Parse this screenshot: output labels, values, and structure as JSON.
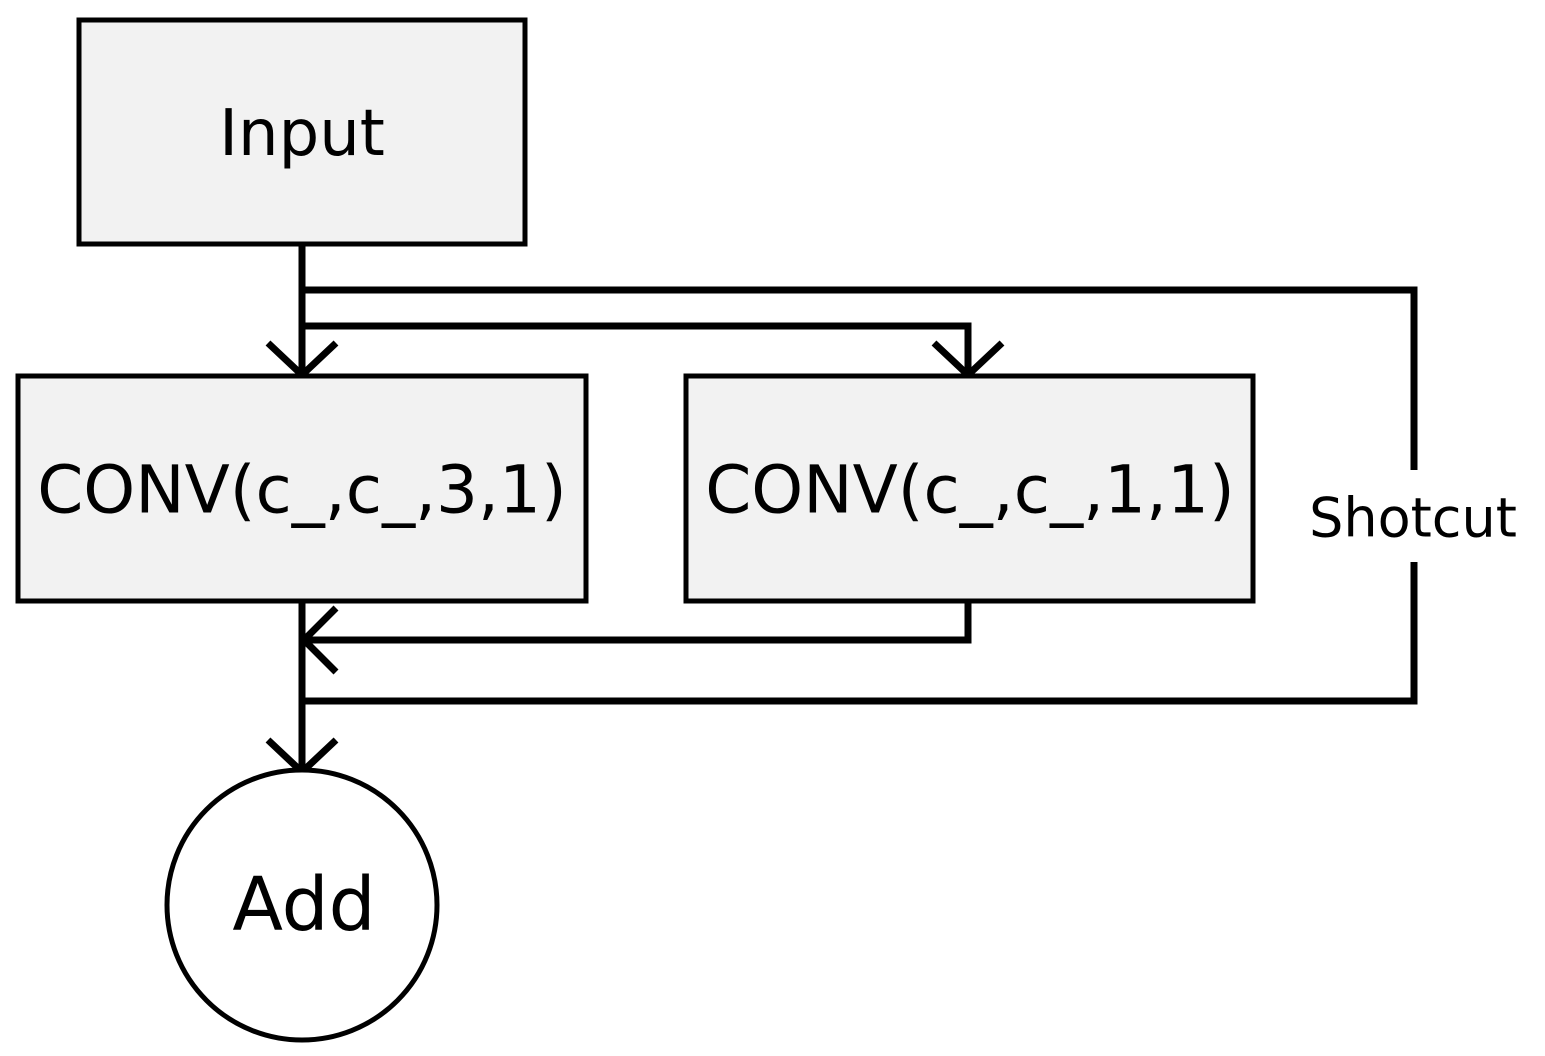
{
  "nodes": {
    "input": {
      "label": "Input"
    },
    "conv3": {
      "label": "CONV(c_,c_,3,1)"
    },
    "conv1": {
      "label": "CONV(c_,c_,1,1)"
    },
    "add": {
      "label": "Add"
    }
  },
  "edges": {
    "shortcut": {
      "label": "Shotcut"
    }
  },
  "colors": {
    "box_fill": "#f2f2f2",
    "stroke": "#000000",
    "background": "#ffffff"
  }
}
